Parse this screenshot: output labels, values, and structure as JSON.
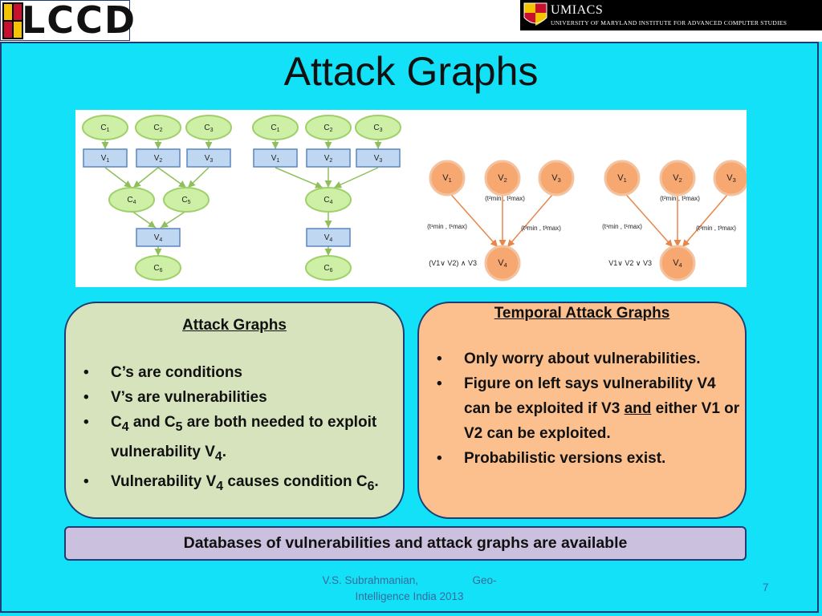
{
  "header": {
    "logo_left_text": "LCCD",
    "logo_right_name": "UMIACS",
    "logo_right_subtitle": "UNIVERSITY OF MARYLAND INSTITUTE FOR ADVANCED COMPUTER STUDIES"
  },
  "title": "Attack Graphs",
  "figure": {
    "left_graph": {
      "conditions_top": [
        "C1",
        "C2",
        "C3"
      ],
      "vulns_top": [
        "V1",
        "V2",
        "V3"
      ],
      "conditions_mid": [
        "C4",
        "C5"
      ],
      "vuln_bottom": "V4",
      "condition_bottom": "C6"
    },
    "mid_graph": {
      "conditions_top": [
        "C1",
        "C2",
        "C3"
      ],
      "vulns_top": [
        "V1",
        "V2",
        "V3"
      ],
      "condition_mid": "C4",
      "vuln_bottom": "V4",
      "condition_bottom": "C6"
    },
    "temporal_1": {
      "nodes": [
        "V1",
        "V2",
        "V3",
        "V4"
      ],
      "edge_labels": [
        "(t²min , t²max)",
        "(t¹min , t¹max)",
        "(t³min , t³max)"
      ],
      "rule": "(V1∨ V2) ∧ V3"
    },
    "temporal_2": {
      "nodes": [
        "V1",
        "V2",
        "V3",
        "V4"
      ],
      "edge_labels": [
        "(t²min , t²max)",
        "(t¹min , t¹max)",
        "(t³min , t³max)"
      ],
      "rule": "V1∨ V2 ∨ V3"
    }
  },
  "left_box": {
    "heading": "Attack Graphs",
    "items": [
      {
        "text": "C’s are conditions"
      },
      {
        "text": "V’s are vulnerabilities"
      },
      {
        "a": "C",
        "a_sub": "4",
        "b": " and C",
        "b_sub": "5",
        "c": " are both needed to exploit vulnerability V",
        "c_sub": "4",
        "d": "."
      },
      {
        "a": "Vulnerability V",
        "a_sub": "4",
        "b": " causes condition C",
        "b_sub": "6",
        "c": "."
      }
    ]
  },
  "right_box": {
    "heading": "Temporal Attack Graphs",
    "items": [
      {
        "text": "Only worry about vulnerabilities."
      },
      {
        "a": "Figure on left says vulnerability V4 can be exploited if V3 ",
        "u": "and",
        "b": " either V1 or V2 can be exploited."
      },
      {
        "text": "Probabilistic versions exist."
      }
    ]
  },
  "banner": "Databases of vulnerabilities and attack graphs are available",
  "footer": {
    "line1": "V.S. Subrahmanian,                  Geo-",
    "line2": "Intelligence India 2013",
    "page": "7"
  },
  "colors": {
    "background": "#12E1F8",
    "condition_node": "#CDEFA6",
    "vuln_node": "#BFD7F0",
    "temporal_node": "#F7A770",
    "left_box": "#D6E3BC",
    "right_box": "#FBC08E",
    "banner": "#CBC1DE"
  }
}
